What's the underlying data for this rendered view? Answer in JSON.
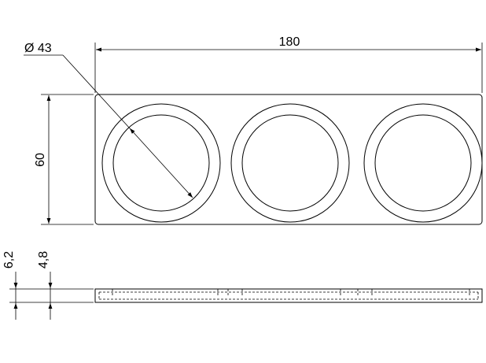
{
  "drawing": {
    "dimensions": {
      "length": "180",
      "height": "60",
      "diameter": "Ø 43",
      "thickness_total": "6,2",
      "thickness_plate": "4,8"
    }
  }
}
